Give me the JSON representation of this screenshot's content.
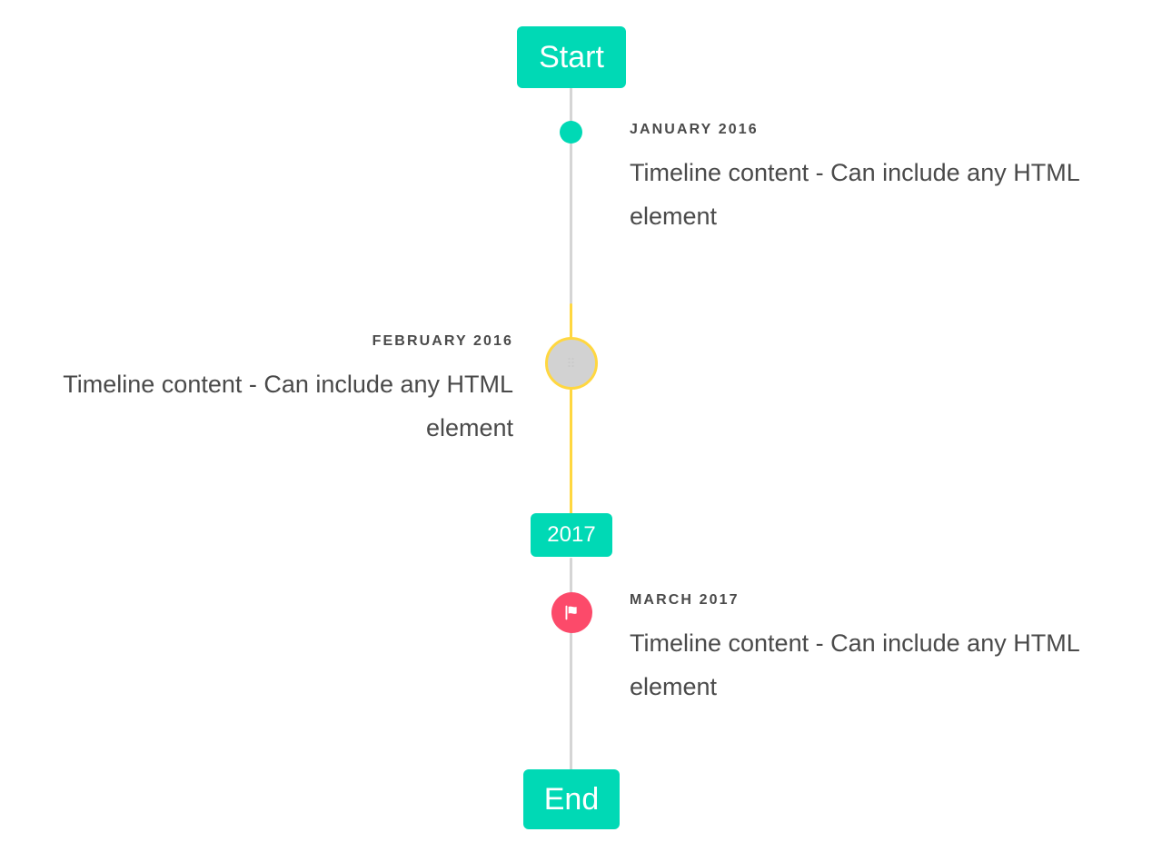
{
  "colors": {
    "accent_teal": "#00d9b5",
    "accent_yellow": "#ffd740",
    "accent_pink": "#fc4a6a",
    "rail_grey": "#d5d5d5",
    "marker_grey": "#d2d2d2",
    "text": "#4a4a4a",
    "background": "#ffffff"
  },
  "timeline": {
    "start_badge": {
      "label": "Start"
    },
    "year_badge": {
      "label": "2017"
    },
    "end_badge": {
      "label": "End"
    },
    "events": [
      {
        "label": "JANUARY 2016",
        "body": "Timeline content - Can include any HTML element",
        "side": "right",
        "marker": "dot-teal",
        "marker_icon": "",
        "rail_color": "#d5d5d5"
      },
      {
        "label": "FEBRUARY 2016",
        "body": "Timeline content - Can include any HTML element",
        "side": "left",
        "marker": "ring-yellow",
        "marker_icon": "⠿",
        "rail_color": "#ffd740"
      },
      {
        "label": "MARCH 2017",
        "body": "Timeline content - Can include any HTML element",
        "side": "right",
        "marker": "circle-pink",
        "marker_icon": "flag-icon",
        "rail_color": "#d5d5d5"
      }
    ]
  }
}
